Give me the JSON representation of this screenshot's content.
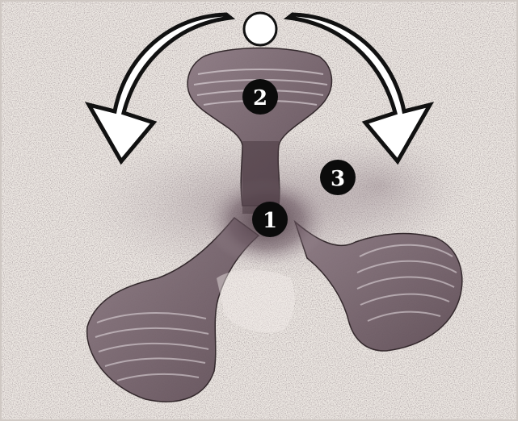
{
  "diagram": {
    "markers": [
      {
        "id": "1",
        "label": "1"
      },
      {
        "id": "2",
        "label": "2"
      },
      {
        "id": "3",
        "label": "3"
      }
    ],
    "colors": {
      "paper": "#ece7e2",
      "ink": "#1a1214",
      "ink_fill": "#7d6a73",
      "ink_dark": "#4b3a42",
      "arrow_fill": "#ffffff",
      "marker_bg": "#0b0b0b",
      "marker_text": "#ffffff"
    },
    "icons": [
      "rotation-arrow-left-icon",
      "rotation-arrow-right-icon",
      "pivot-dot-icon"
    ]
  }
}
